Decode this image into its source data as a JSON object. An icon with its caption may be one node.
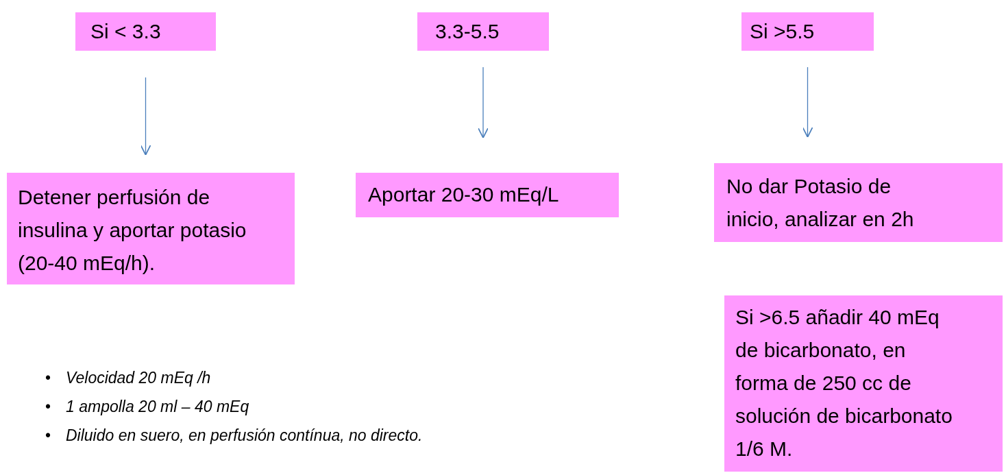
{
  "diagram": {
    "nodes": [
      {
        "text": [
          "Si < 3.3"
        ]
      },
      {
        "text": [
          "3.3-5.5"
        ]
      },
      {
        "text": [
          "Si >5.5"
        ]
      },
      {
        "text": [
          "Detener perfusión de insulina y aportar potasio (20-40 mEq/h)."
        ]
      },
      {
        "text": [
          "Aportar 20-30 mEq/L"
        ]
      },
      {
        "text": [
          "No dar Potasio de inicio, analizar en 2h"
        ]
      },
      {
        "text": [
          "Si >6.5 añadir 40 mEq de bicarbonato, en forma de 250 cc de solución de bicarbonato 1/6 M."
        ]
      }
    ],
    "edges": [
      {
        "from": 0,
        "to": 3,
        "arrow": "to"
      },
      {
        "from": 1,
        "to": 4,
        "arrow": "to"
      },
      {
        "from": 2,
        "to": 5,
        "arrow": "to"
      }
    ],
    "labels": [
      "•",
      "Velocidad 20 mEq /h",
      "•",
      "1 ampolla 20 ml – 40 mEq",
      "•",
      "Diluido en suero, en perfusión contínua, no directo."
    ]
  }
}
